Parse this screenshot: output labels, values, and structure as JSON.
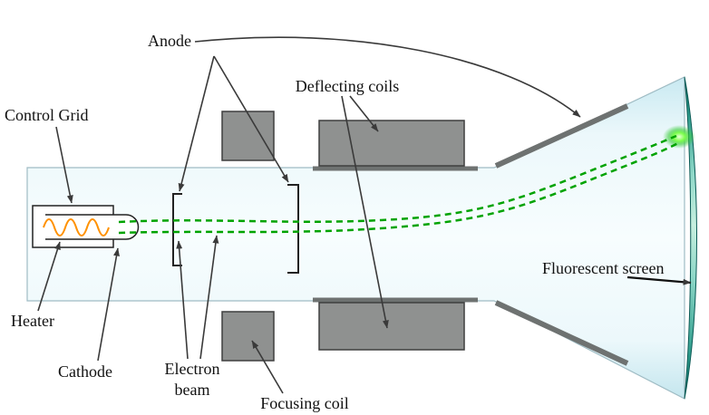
{
  "labels": {
    "anode": "Anode",
    "deflecting_coils": "Deflecting coils",
    "control_grid": "Control Grid",
    "heater": "Heater",
    "cathode": "Cathode",
    "electron_beam": [
      "Electron",
      "beam"
    ],
    "focusing_coil": "Focusing coil",
    "fluorescent_screen": "Fluorescent screen"
  },
  "colors": {
    "beam": "#00a300",
    "glow_core": "#7dff4d",
    "heater_wave": "#ff9100",
    "coil_fill": "#8f9190",
    "coil_border": "#3f3f3f",
    "coating": "#6e7271",
    "tube_outline": "#9fbcc4",
    "screen_dark": "#0b6a62",
    "arrow": "#3a3a3a"
  }
}
